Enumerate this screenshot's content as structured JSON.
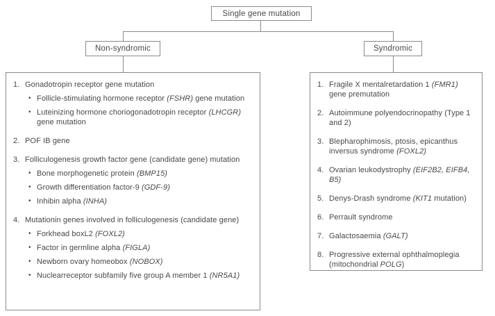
{
  "colors": {
    "background": "#ffffff",
    "border": "#8a8a8a",
    "text": "#474747",
    "line": "#8a8a8a"
  },
  "tree": {
    "root_label": "Single gene mutation",
    "left_branch_label": "Non-syndromic",
    "right_branch_label": "Syndromic"
  },
  "non_syndromic": {
    "items": [
      {
        "number": "1.",
        "segments": [
          {
            "t": "Gonadotropin receptor gene mutation"
          }
        ],
        "bullets": [
          [
            {
              "t": "Follicle-stimulating hormone receptor "
            },
            {
              "t": "(FSHR)",
              "i": true
            },
            {
              "t": " gene mutation"
            }
          ],
          [
            {
              "t": "Luteinizing hormone choriogonadotropin receptor "
            },
            {
              "t": "(LHCGR)",
              "i": true
            },
            {
              "t": " gene mutation"
            }
          ]
        ]
      },
      {
        "number": "2.",
        "segments": [
          {
            "t": "POF IB gene"
          }
        ],
        "bullets": []
      },
      {
        "number": "3.",
        "segments": [
          {
            "t": "Folliculogenesis growth factor gene (candidate gene) mutation"
          }
        ],
        "bullets": [
          [
            {
              "t": "Bone morphogenetic protein "
            },
            {
              "t": "(BMP15)",
              "i": true
            }
          ],
          [
            {
              "t": "Growth differentiation factor-9 "
            },
            {
              "t": "(GDF-9)",
              "i": true
            }
          ],
          [
            {
              "t": "Inhibin alpha "
            },
            {
              "t": "(INHA)",
              "i": true
            }
          ]
        ]
      },
      {
        "number": "4.",
        "segments": [
          {
            "t": "Mutationin genes involved in folliculogenesis (candidate gene)"
          }
        ],
        "bullets": [
          [
            {
              "t": "Forkhead boxL2 "
            },
            {
              "t": "(FOXL2)",
              "i": true
            }
          ],
          [
            {
              "t": "Factor in germline alpha "
            },
            {
              "t": "(FIGLA)",
              "i": true
            }
          ],
          [
            {
              "t": "Newborn ovary homeobox "
            },
            {
              "t": "(NOBOX)",
              "i": true
            }
          ],
          [
            {
              "t": "Nuclearreceptor subfamily five group A member 1 "
            },
            {
              "t": "(NR5A1)",
              "i": true
            }
          ]
        ]
      }
    ]
  },
  "syndromic": {
    "items": [
      {
        "number": "1.",
        "segments": [
          {
            "t": "Fragile X mentalretardation 1 "
          },
          {
            "t": "(FMR1)",
            "i": true
          },
          {
            "t": " gene premutation"
          }
        ],
        "bullets": []
      },
      {
        "number": "2.",
        "segments": [
          {
            "t": "Autoimmune polyendocrinopathy (Type 1 and 2)"
          }
        ],
        "bullets": []
      },
      {
        "number": "3.",
        "segments": [
          {
            "t": "Blepharophimosis, ptosis, epicanthus inversus syndrome "
          },
          {
            "t": "(FOXL2)",
            "i": true
          }
        ],
        "bullets": []
      },
      {
        "number": "4.",
        "segments": [
          {
            "t": "Ovarian leukodystrophy "
          },
          {
            "t": "(EIF2B2, EIFB4, B5)",
            "i": true
          }
        ],
        "bullets": []
      },
      {
        "number": "5.",
        "segments": [
          {
            "t": "Denys-Drash syndrome "
          },
          {
            "t": "(KIT1",
            "i": true
          },
          {
            "t": " mutation)"
          }
        ],
        "bullets": []
      },
      {
        "number": "6.",
        "segments": [
          {
            "t": "Perrault syndrome"
          }
        ],
        "bullets": []
      },
      {
        "number": "7.",
        "segments": [
          {
            "t": "Galactosaemia "
          },
          {
            "t": "(GALT)",
            "i": true
          }
        ],
        "bullets": []
      },
      {
        "number": "8.",
        "segments": [
          {
            "t": "Progressive external ophthalmoplegia (mitochondrial "
          },
          {
            "t": "POLG",
            "i": true
          },
          {
            "t": ")"
          }
        ],
        "bullets": []
      }
    ]
  },
  "bullet_glyph": "•"
}
